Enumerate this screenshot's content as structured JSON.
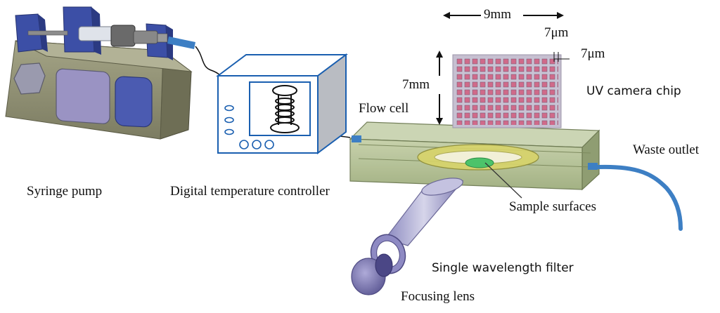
{
  "labels": {
    "syringe_pump": "Syringe pump",
    "temperature_controller": "Digital temperature controller",
    "flow_cell": "Flow cell",
    "uv_camera_chip": "UV camera chip",
    "waste_outlet": "Waste outlet",
    "sample_surfaces": "Sample surfaces",
    "single_wavelength_filter": "Single wavelength filter",
    "focusing_lens": "Focusing lens"
  },
  "dimensions": {
    "chip_width": "9mm",
    "chip_height": "7mm",
    "pixel_width": "7μm",
    "pixel_height": "7μm"
  },
  "colors": {
    "pump_body": "#8a8a70",
    "pump_blocks": "#3c4fa6",
    "controller_outline": "#1a5fb0",
    "flow_cell_body": "#b7c59a",
    "chip_pixels": "#d06a8a",
    "tube": "#3d7fc4",
    "filter_lens": "#6e6aa8"
  }
}
